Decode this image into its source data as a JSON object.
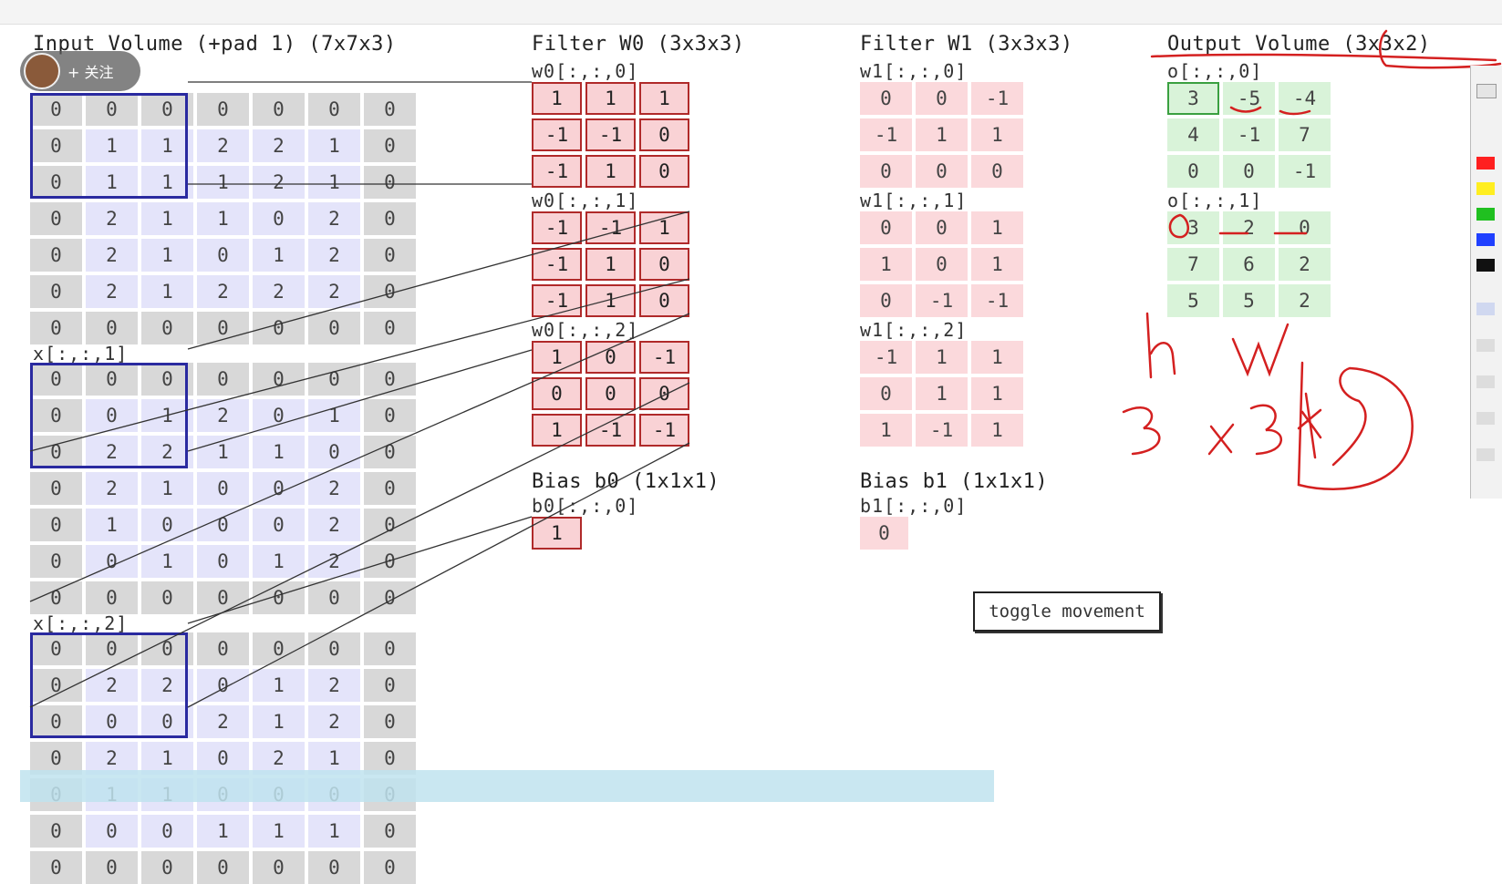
{
  "titles": {
    "input": "Input Volume (+pad 1) (7x7x3)",
    "filter0": "Filter W0 (3x3x3)",
    "filter1": "Filter W1 (3x3x3)",
    "output": "Output Volume (3x3x2)",
    "bias0": "Bias b0 (1x1x1)",
    "bias1": "Bias b1 (1x1x1)"
  },
  "follow_label": "+ 关注",
  "input": {
    "slices": [
      {
        "label": "x[:,:,0]",
        "rows": [
          [
            "0",
            "0",
            "0",
            "0",
            "0",
            "0",
            "0"
          ],
          [
            "0",
            "1",
            "1",
            "2",
            "2",
            "1",
            "0"
          ],
          [
            "0",
            "1",
            "1",
            "1",
            "2",
            "1",
            "0"
          ],
          [
            "0",
            "2",
            "1",
            "1",
            "0",
            "2",
            "0"
          ],
          [
            "0",
            "2",
            "1",
            "0",
            "1",
            "2",
            "0"
          ],
          [
            "0",
            "2",
            "1",
            "2",
            "2",
            "2",
            "0"
          ],
          [
            "0",
            "0",
            "0",
            "0",
            "0",
            "0",
            "0"
          ]
        ]
      },
      {
        "label": "x[:,:,1]",
        "rows": [
          [
            "0",
            "0",
            "0",
            "0",
            "0",
            "0",
            "0"
          ],
          [
            "0",
            "0",
            "1",
            "2",
            "0",
            "1",
            "0"
          ],
          [
            "0",
            "2",
            "2",
            "1",
            "1",
            "0",
            "0"
          ],
          [
            "0",
            "2",
            "1",
            "0",
            "0",
            "2",
            "0"
          ],
          [
            "0",
            "1",
            "0",
            "0",
            "0",
            "2",
            "0"
          ],
          [
            "0",
            "0",
            "1",
            "0",
            "1",
            "2",
            "0"
          ],
          [
            "0",
            "0",
            "0",
            "0",
            "0",
            "0",
            "0"
          ]
        ]
      },
      {
        "label": "x[:,:,2]",
        "rows": [
          [
            "0",
            "0",
            "0",
            "0",
            "0",
            "0",
            "0"
          ],
          [
            "0",
            "2",
            "2",
            "0",
            "1",
            "2",
            "0"
          ],
          [
            "0",
            "0",
            "0",
            "2",
            "1",
            "2",
            "0"
          ],
          [
            "0",
            "2",
            "1",
            "0",
            "2",
            "1",
            "0"
          ],
          [
            "0",
            "1",
            "1",
            "0",
            "0",
            "0",
            "0"
          ],
          [
            "0",
            "0",
            "0",
            "1",
            "1",
            "1",
            "0"
          ],
          [
            "0",
            "0",
            "0",
            "0",
            "0",
            "0",
            "0"
          ]
        ]
      }
    ]
  },
  "w0": {
    "slices": [
      {
        "label": "w0[:,:,0]",
        "rows": [
          [
            "1",
            "1",
            "1"
          ],
          [
            "-1",
            "-1",
            "0"
          ],
          [
            "-1",
            "1",
            "0"
          ]
        ]
      },
      {
        "label": "w0[:,:,1]",
        "rows": [
          [
            "-1",
            "-1",
            "1"
          ],
          [
            "-1",
            "1",
            "0"
          ],
          [
            "-1",
            "1",
            "0"
          ]
        ]
      },
      {
        "label": "w0[:,:,2]",
        "rows": [
          [
            "1",
            "0",
            "-1"
          ],
          [
            "0",
            "0",
            "0"
          ],
          [
            "1",
            "-1",
            "-1"
          ]
        ]
      }
    ]
  },
  "w1": {
    "slices": [
      {
        "label": "w1[:,:,0]",
        "rows": [
          [
            "0",
            "0",
            "-1"
          ],
          [
            "-1",
            "1",
            "1"
          ],
          [
            "0",
            "0",
            "0"
          ]
        ]
      },
      {
        "label": "w1[:,:,1]",
        "rows": [
          [
            "0",
            "0",
            "1"
          ],
          [
            "1",
            "0",
            "1"
          ],
          [
            "0",
            "-1",
            "-1"
          ]
        ]
      },
      {
        "label": "w1[:,:,2]",
        "rows": [
          [
            "-1",
            "1",
            "1"
          ],
          [
            "0",
            "1",
            "1"
          ],
          [
            "1",
            "-1",
            "1"
          ]
        ]
      }
    ]
  },
  "bias": {
    "b0_label": "b0[:,:,0]",
    "b0_value": "1",
    "b1_label": "b1[:,:,0]",
    "b1_value": "0"
  },
  "output": {
    "slices": [
      {
        "label": "o[:,:,0]",
        "rows": [
          [
            "3",
            "-5",
            "-4"
          ],
          [
            "4",
            "-1",
            "7"
          ],
          [
            "0",
            "0",
            "-1"
          ]
        ]
      },
      {
        "label": "o[:,:,1]",
        "rows": [
          [
            "3",
            "2",
            "0"
          ],
          [
            "7",
            "6",
            "2"
          ],
          [
            "5",
            "5",
            "2"
          ]
        ]
      }
    ]
  },
  "toggle_label": "toggle movement",
  "colors": {
    "window": "#2a2aa0",
    "filter": "#b02a2a",
    "annotation": "#d42020",
    "output_active": "#3aa040"
  }
}
